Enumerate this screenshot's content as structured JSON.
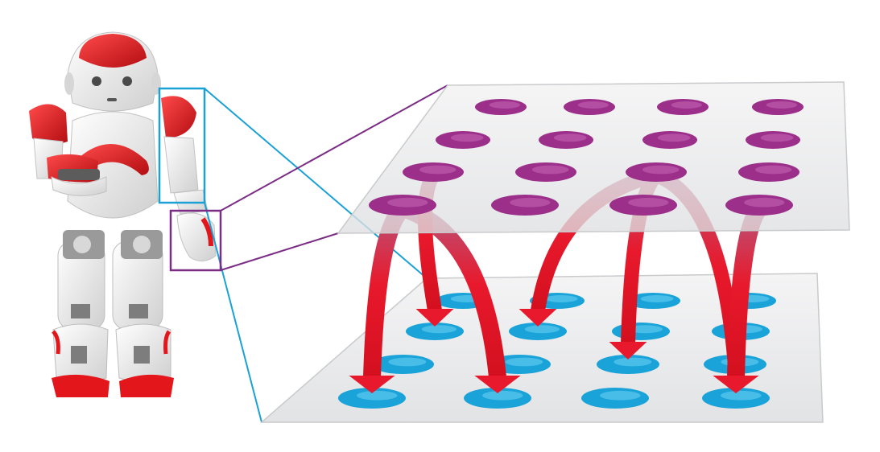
{
  "colors": {
    "background": "#ffffff",
    "plane": "#e9eaec",
    "plane_edge": "#c9cacc",
    "top_node": "#9b2f8a",
    "top_node_highlight": "#c667b6",
    "bottom_node": "#1aa3d8",
    "bottom_node_highlight": "#6fd3f5",
    "arrow": "#e8192c",
    "arrow_faded": "#b8557a",
    "top_callout": "#7b2d86",
    "bottom_callout": "#1ba1d6",
    "robot_body": "#f4f4f4",
    "robot_accent": "#e3161b",
    "robot_joint": "#8a8a8a"
  },
  "figure": {
    "subject": "humanoid-robot",
    "top_layer": {
      "rows": 4,
      "cols": 4,
      "node_color": "top_node"
    },
    "bottom_layer": {
      "rows": 4,
      "cols": 4,
      "node_color": "bottom_node"
    },
    "connections": [
      {
        "from": [
          3,
          0
        ],
        "to": [
          3,
          0
        ]
      },
      {
        "from": [
          3,
          0
        ],
        "to": [
          3,
          1
        ]
      },
      {
        "from": [
          2,
          0
        ],
        "to": [
          1,
          0
        ]
      },
      {
        "from": [
          2,
          2
        ],
        "to": [
          1,
          1
        ]
      },
      {
        "from": [
          2,
          2
        ],
        "to": [
          2,
          2
        ]
      },
      {
        "from": [
          2,
          2
        ],
        "to": [
          3,
          3
        ]
      },
      {
        "from": [
          3,
          3
        ],
        "to": [
          3,
          3
        ]
      }
    ]
  }
}
